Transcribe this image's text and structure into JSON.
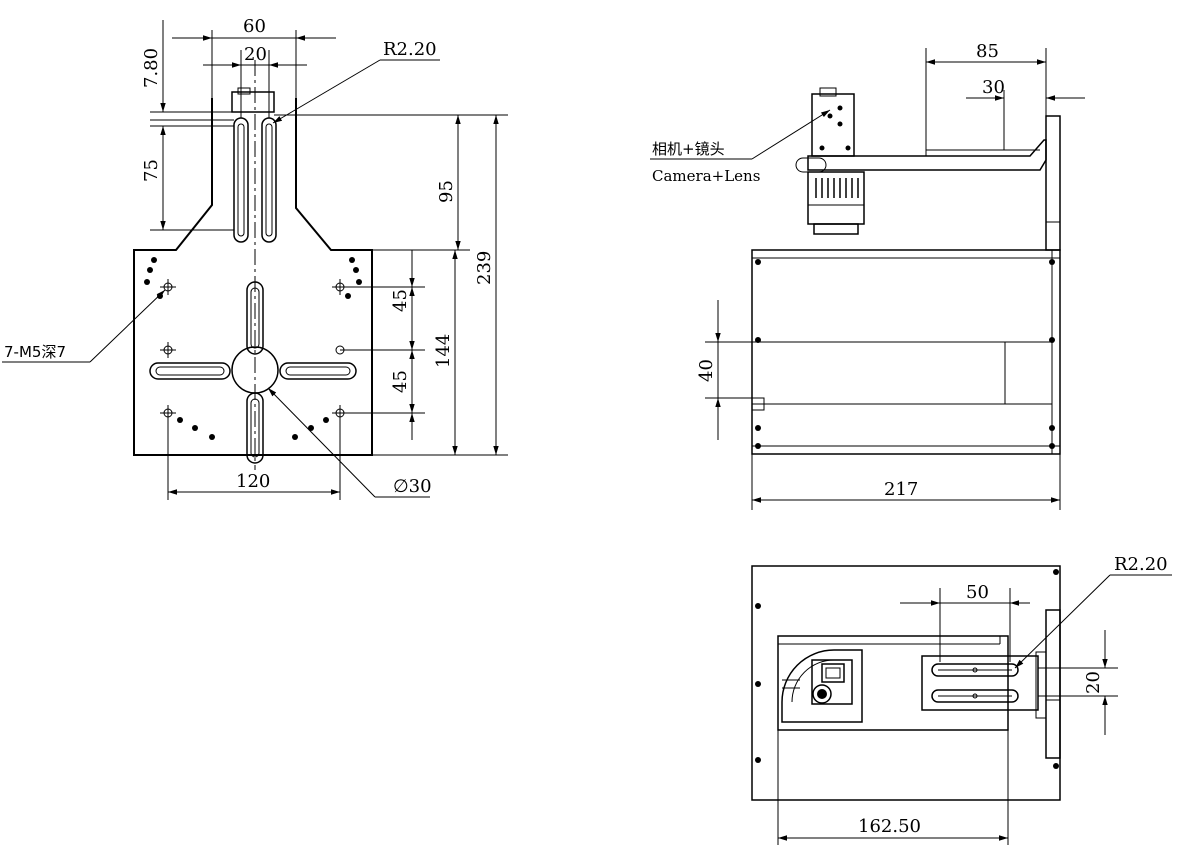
{
  "front_view": {
    "dims": {
      "top_width": "60",
      "slot_pitch": "20",
      "top_offset": "7.80",
      "slot_length": "75",
      "slot_radius": "R2.20",
      "bracket_height": "95",
      "total_height": "239",
      "spacing_upper": "45",
      "spacing_lower": "45",
      "plate_height": "144",
      "hole_spacing": "120",
      "center_hole": "∅30",
      "thread_note": "7-M5深7"
    }
  },
  "side_view": {
    "dims": {
      "arm_length": "85",
      "arm_offset": "30",
      "slot_width": "40",
      "overall_width": "217"
    },
    "callout": {
      "label_cn": "相机+镜头",
      "label_en": "Camera+Lens"
    }
  },
  "top_view": {
    "dims": {
      "slot_radius": "R2.20",
      "slot_length": "50",
      "slot_pitch": "20",
      "camera_offset": "162.50"
    }
  }
}
